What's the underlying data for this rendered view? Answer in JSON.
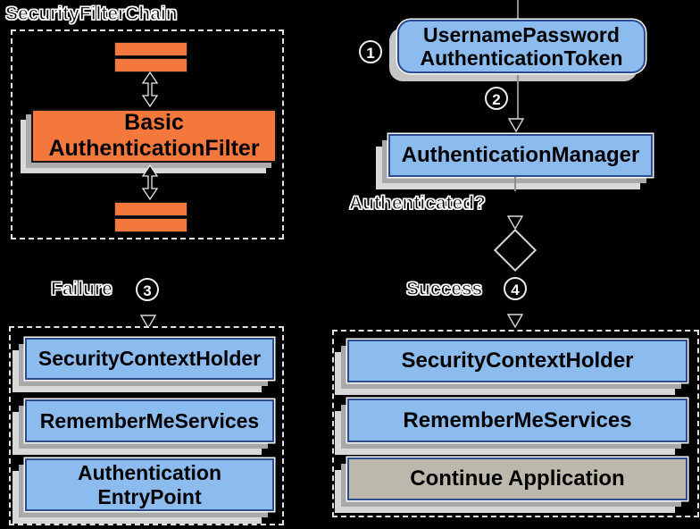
{
  "colors": {
    "background": "#000000",
    "orange": "#F4783C",
    "blue": "#8CBBEE",
    "navy_border": "#2C4B8F",
    "gray_box": "#BCB8AB",
    "shadow_dark": "#A9A9A9",
    "shadow_light": "#D8D8D8",
    "outline_white": "#FFFFFF"
  },
  "filter_chain": {
    "title": "SecurityFilterChain",
    "filter": {
      "line1": "Basic",
      "line2": "AuthenticationFilter"
    }
  },
  "flow": {
    "step1": "1",
    "token": {
      "line1": "UsernamePassword",
      "line2": "AuthenticationToken"
    },
    "step2": "2",
    "manager": "AuthenticationManager",
    "question": "Authenticated?"
  },
  "failure": {
    "label": "Failure",
    "step": "3",
    "box1": "SecurityContextHolder",
    "box2": "RememberMeServices",
    "box3": {
      "line1": "Authentication",
      "line2": "EntryPoint"
    }
  },
  "success": {
    "label": "Success",
    "step": "4",
    "box1": "SecurityContextHolder",
    "box2": "RememberMeServices",
    "box3": "Continue Application"
  }
}
